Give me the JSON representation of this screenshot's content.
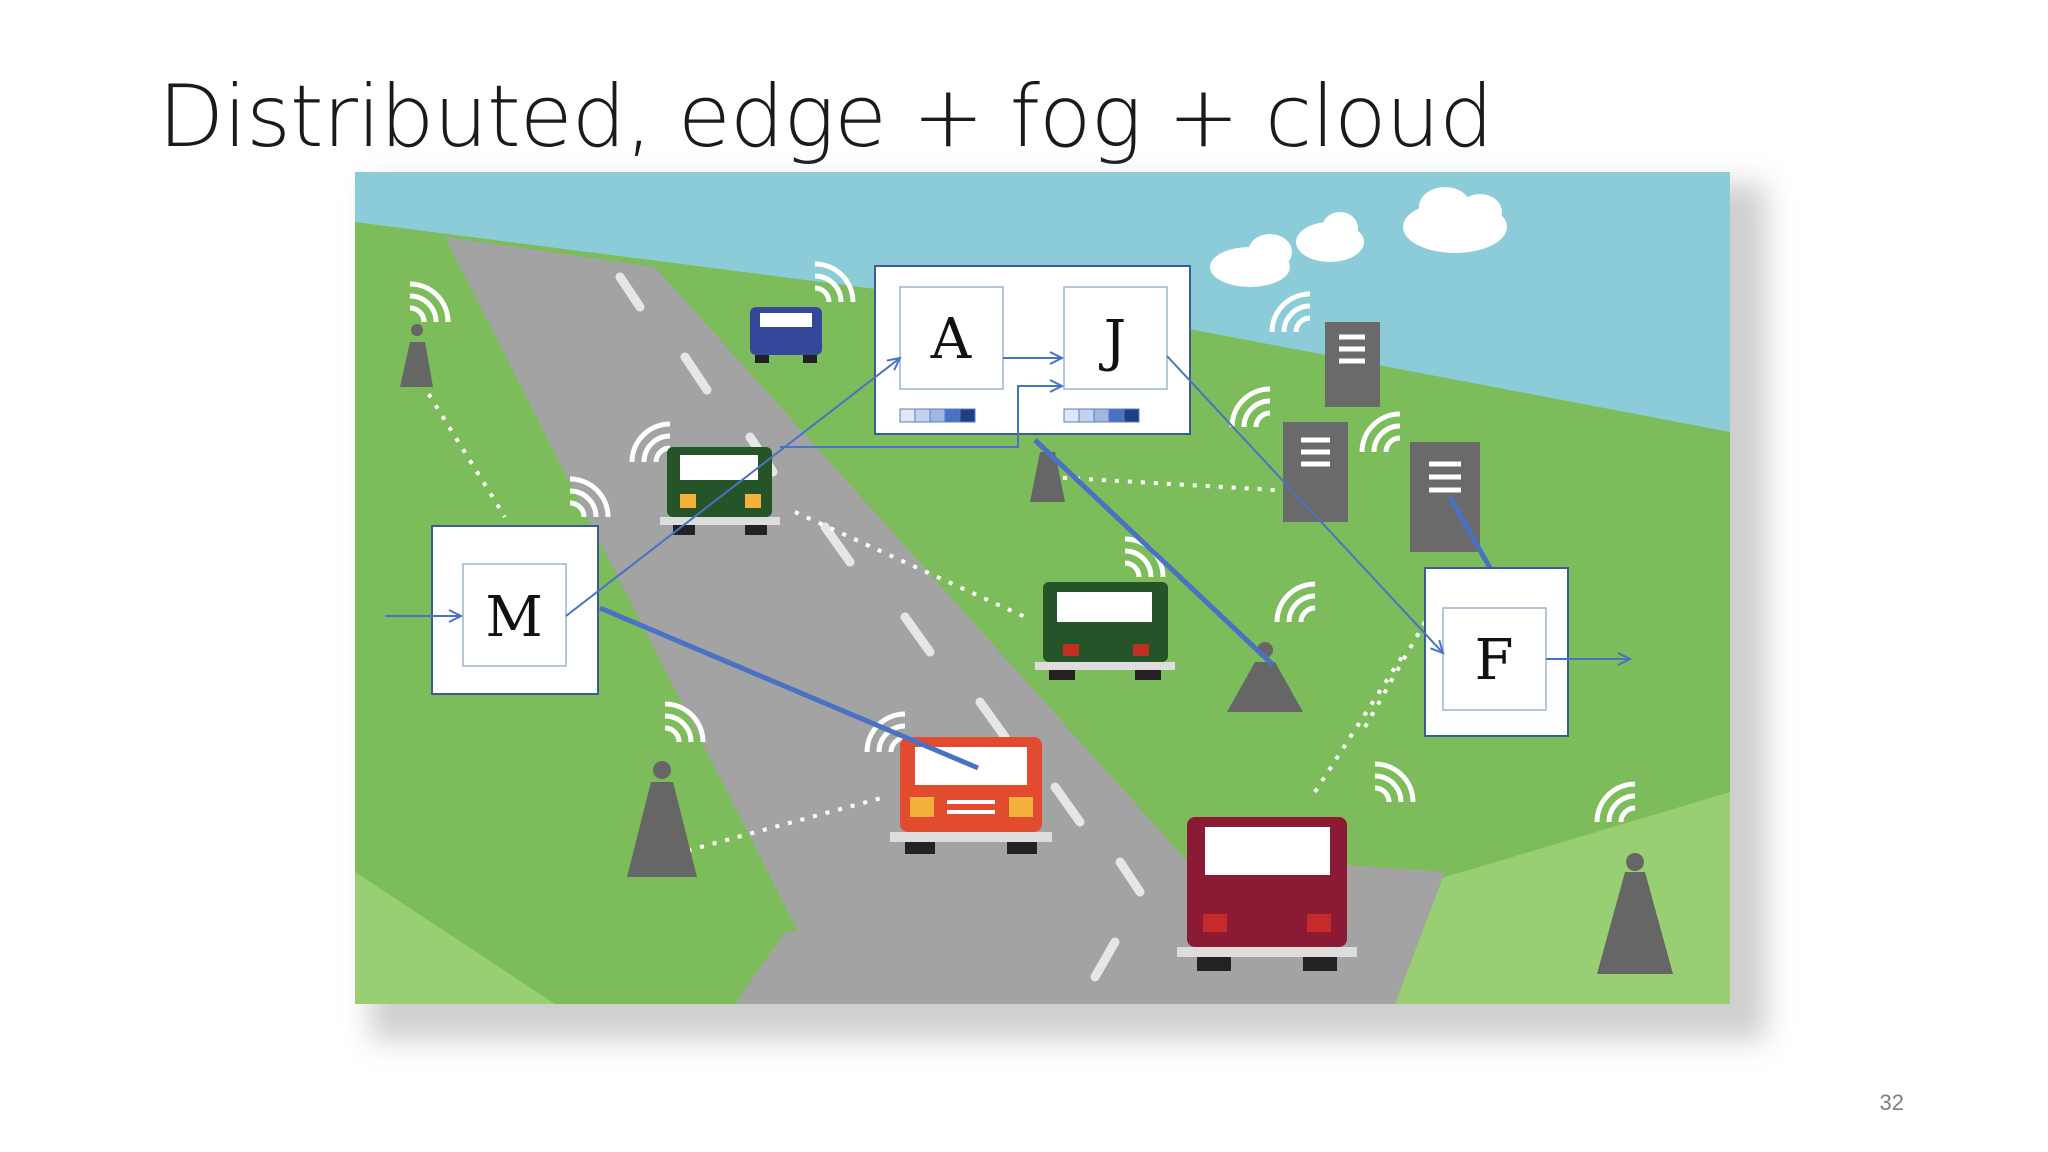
{
  "slide": {
    "title": "Distributed, edge + fog + cloud",
    "page_number": "32"
  },
  "diagram": {
    "operators": {
      "m": "M",
      "a": "A",
      "j": "J",
      "f": "F"
    }
  },
  "colors": {
    "sky": "#8ccbd8",
    "grass": "#7cbc5a",
    "road": "#a3a3a3",
    "edge_line": "#4a72c4",
    "tower": "#6b6b6b",
    "car_red": "#e34b2f",
    "car_maroon": "#8b1a34",
    "car_green": "#245428",
    "car_blue": "#34479a"
  },
  "icons": [
    "cell-tower-icon",
    "car-icon",
    "server-icon",
    "cloud-icon",
    "wifi-signal-icon"
  ]
}
